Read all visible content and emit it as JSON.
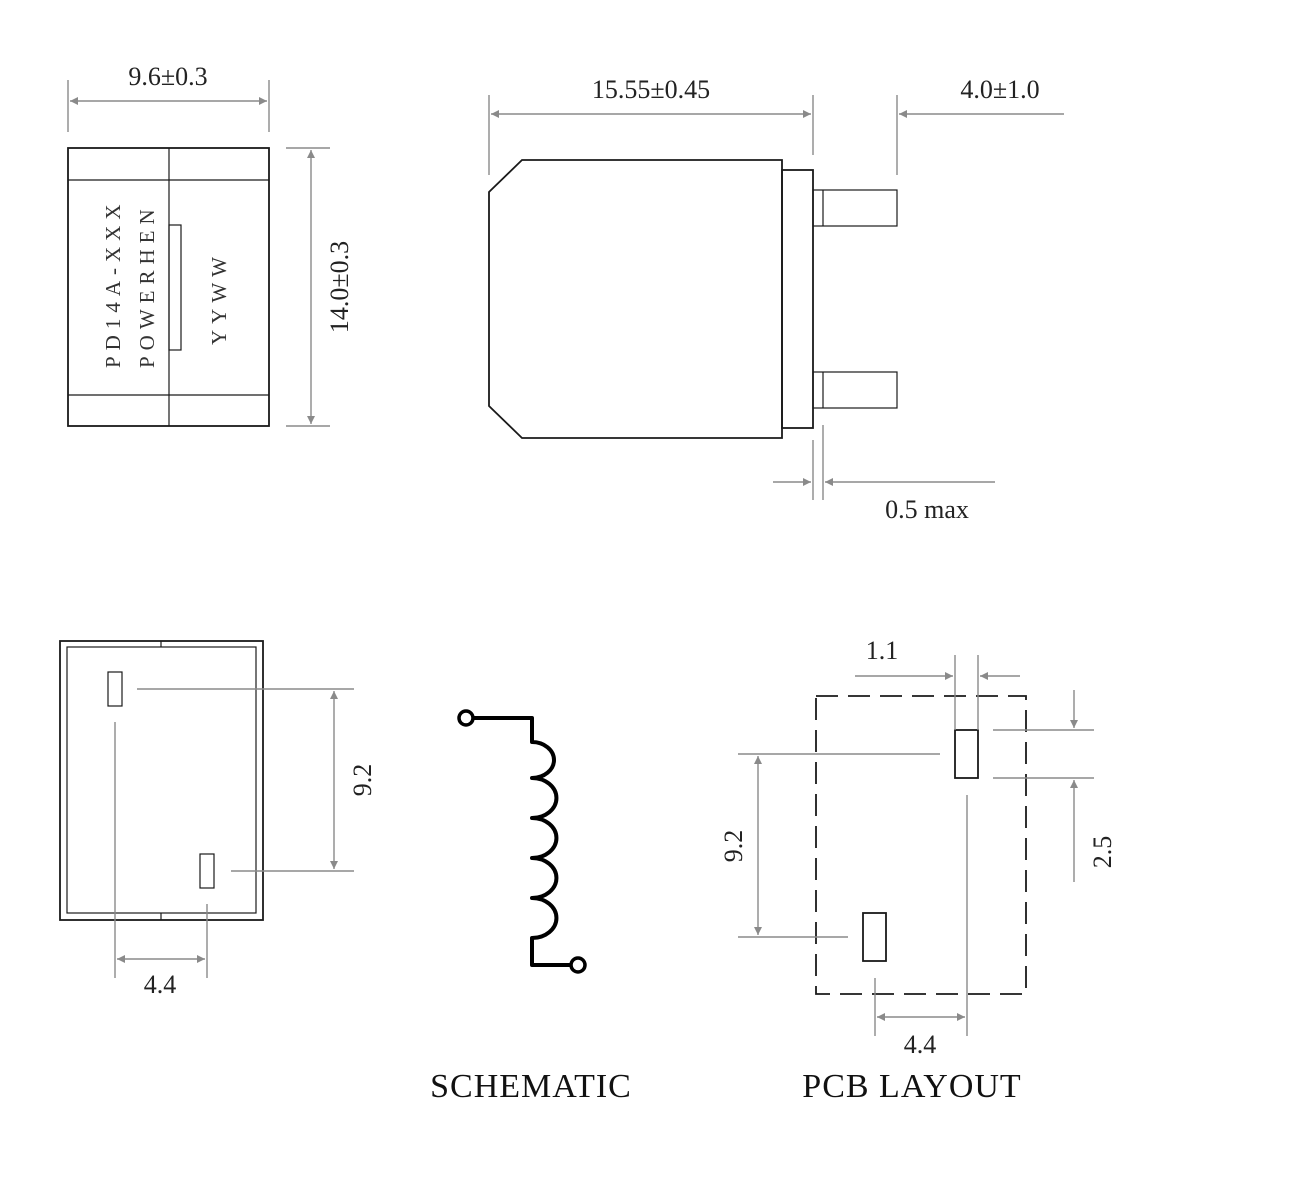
{
  "top_view": {
    "width_dim": "9.6±0.3",
    "height_dim": "14.0±0.3",
    "marking_line1": "PD14A-XXX",
    "marking_line2": "POWERHEN",
    "marking_line3": "YYWW"
  },
  "side_view": {
    "length_dim": "15.55±0.45",
    "lead_dim": "4.0±1.0",
    "gap_dim": "0.5 max"
  },
  "bottom_view": {
    "pitch_vertical": "9.2",
    "pitch_horizontal": "4.4"
  },
  "schematic": {
    "title": "SCHEMATIC"
  },
  "pcb_layout": {
    "pad_width": "1.1",
    "pad_length": "2.5",
    "pitch_vertical": "9.2",
    "pitch_horizontal": "4.4",
    "title": "PCB LAYOUT"
  },
  "colors": {
    "outline": "#1a1a1a",
    "dimension": "#8a8a8a",
    "lead_fill": "#d9d9d9"
  }
}
